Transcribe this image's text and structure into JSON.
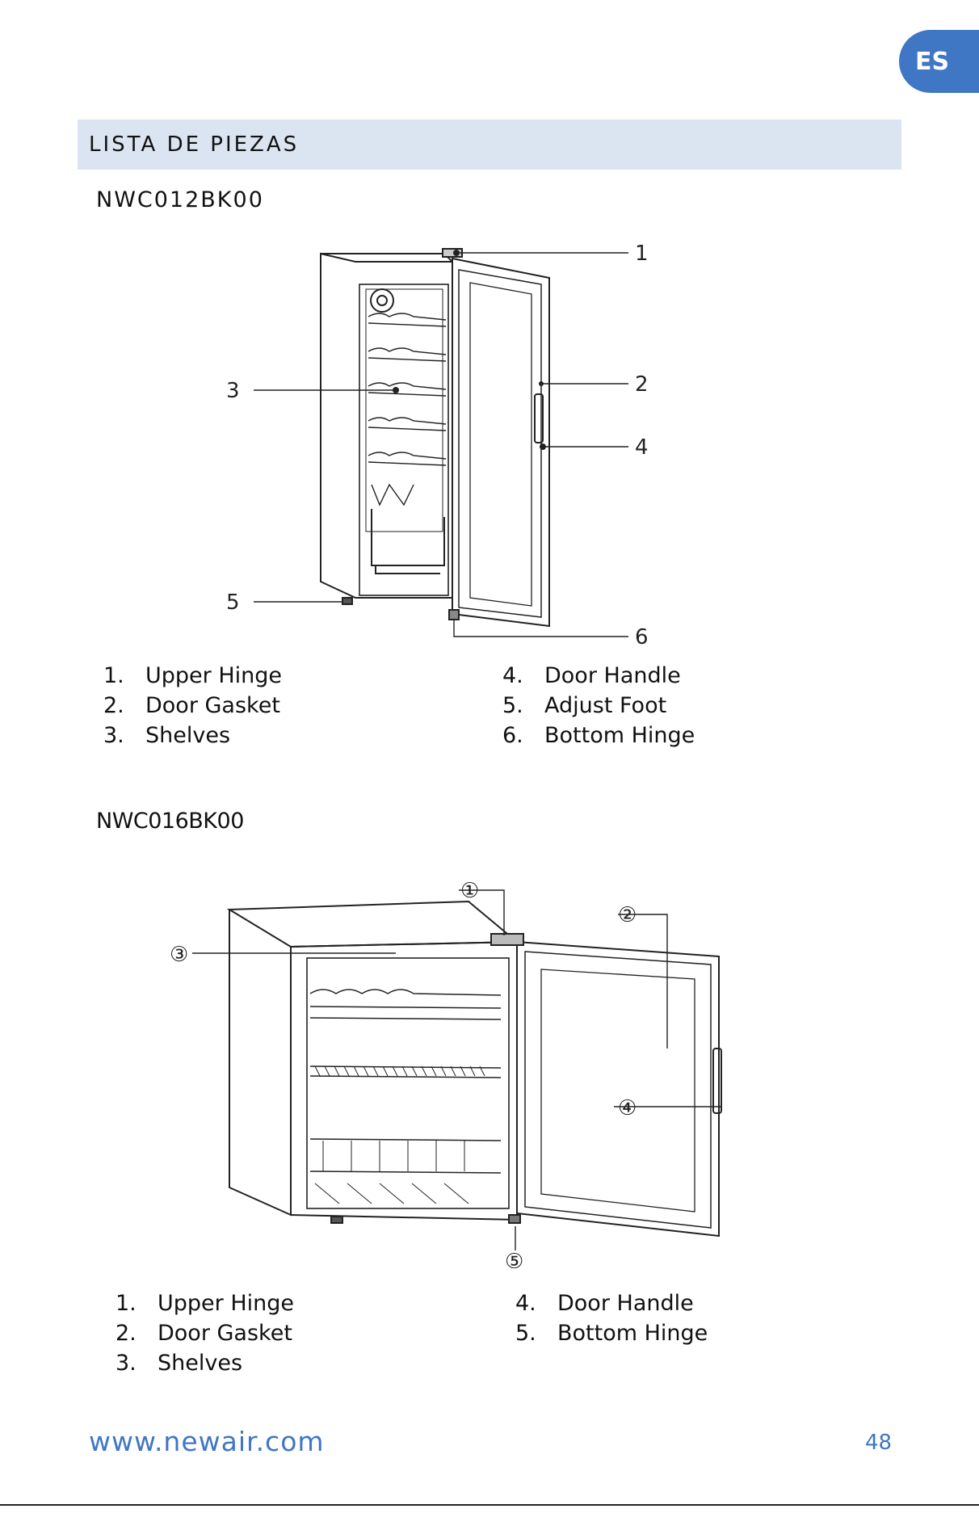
{
  "language_tab": "ES",
  "section_title": "LISTA DE PIEZAS",
  "model1": {
    "name": "NWC012BK00",
    "callouts": [
      "1",
      "2",
      "3",
      "4",
      "5",
      "6"
    ],
    "parts_left": [
      {
        "num": "1.",
        "label": "Upper Hinge"
      },
      {
        "num": "2.",
        "label": "Door Gasket"
      },
      {
        "num": "3.",
        "label": "Shelves"
      }
    ],
    "parts_right": [
      {
        "num": "4.",
        "label": "Door Handle"
      },
      {
        "num": "5.",
        "label": "Adjust Foot"
      },
      {
        "num": "6.",
        "label": "Bottom Hinge"
      }
    ]
  },
  "model2": {
    "name": "NWC016BK00",
    "callouts": [
      "①",
      "②",
      "③",
      "④",
      "⑤"
    ],
    "parts_left": [
      {
        "num": "1.",
        "label": "Upper Hinge"
      },
      {
        "num": "2.",
        "label": "Door Gasket"
      },
      {
        "num": "3.",
        "label": "Shelves"
      }
    ],
    "parts_right": [
      {
        "num": "4.",
        "label": "Door Handle"
      },
      {
        "num": "5.",
        "label": "Bottom Hinge"
      }
    ]
  },
  "footer": {
    "url": "www.newair.com",
    "page_number": "48"
  }
}
